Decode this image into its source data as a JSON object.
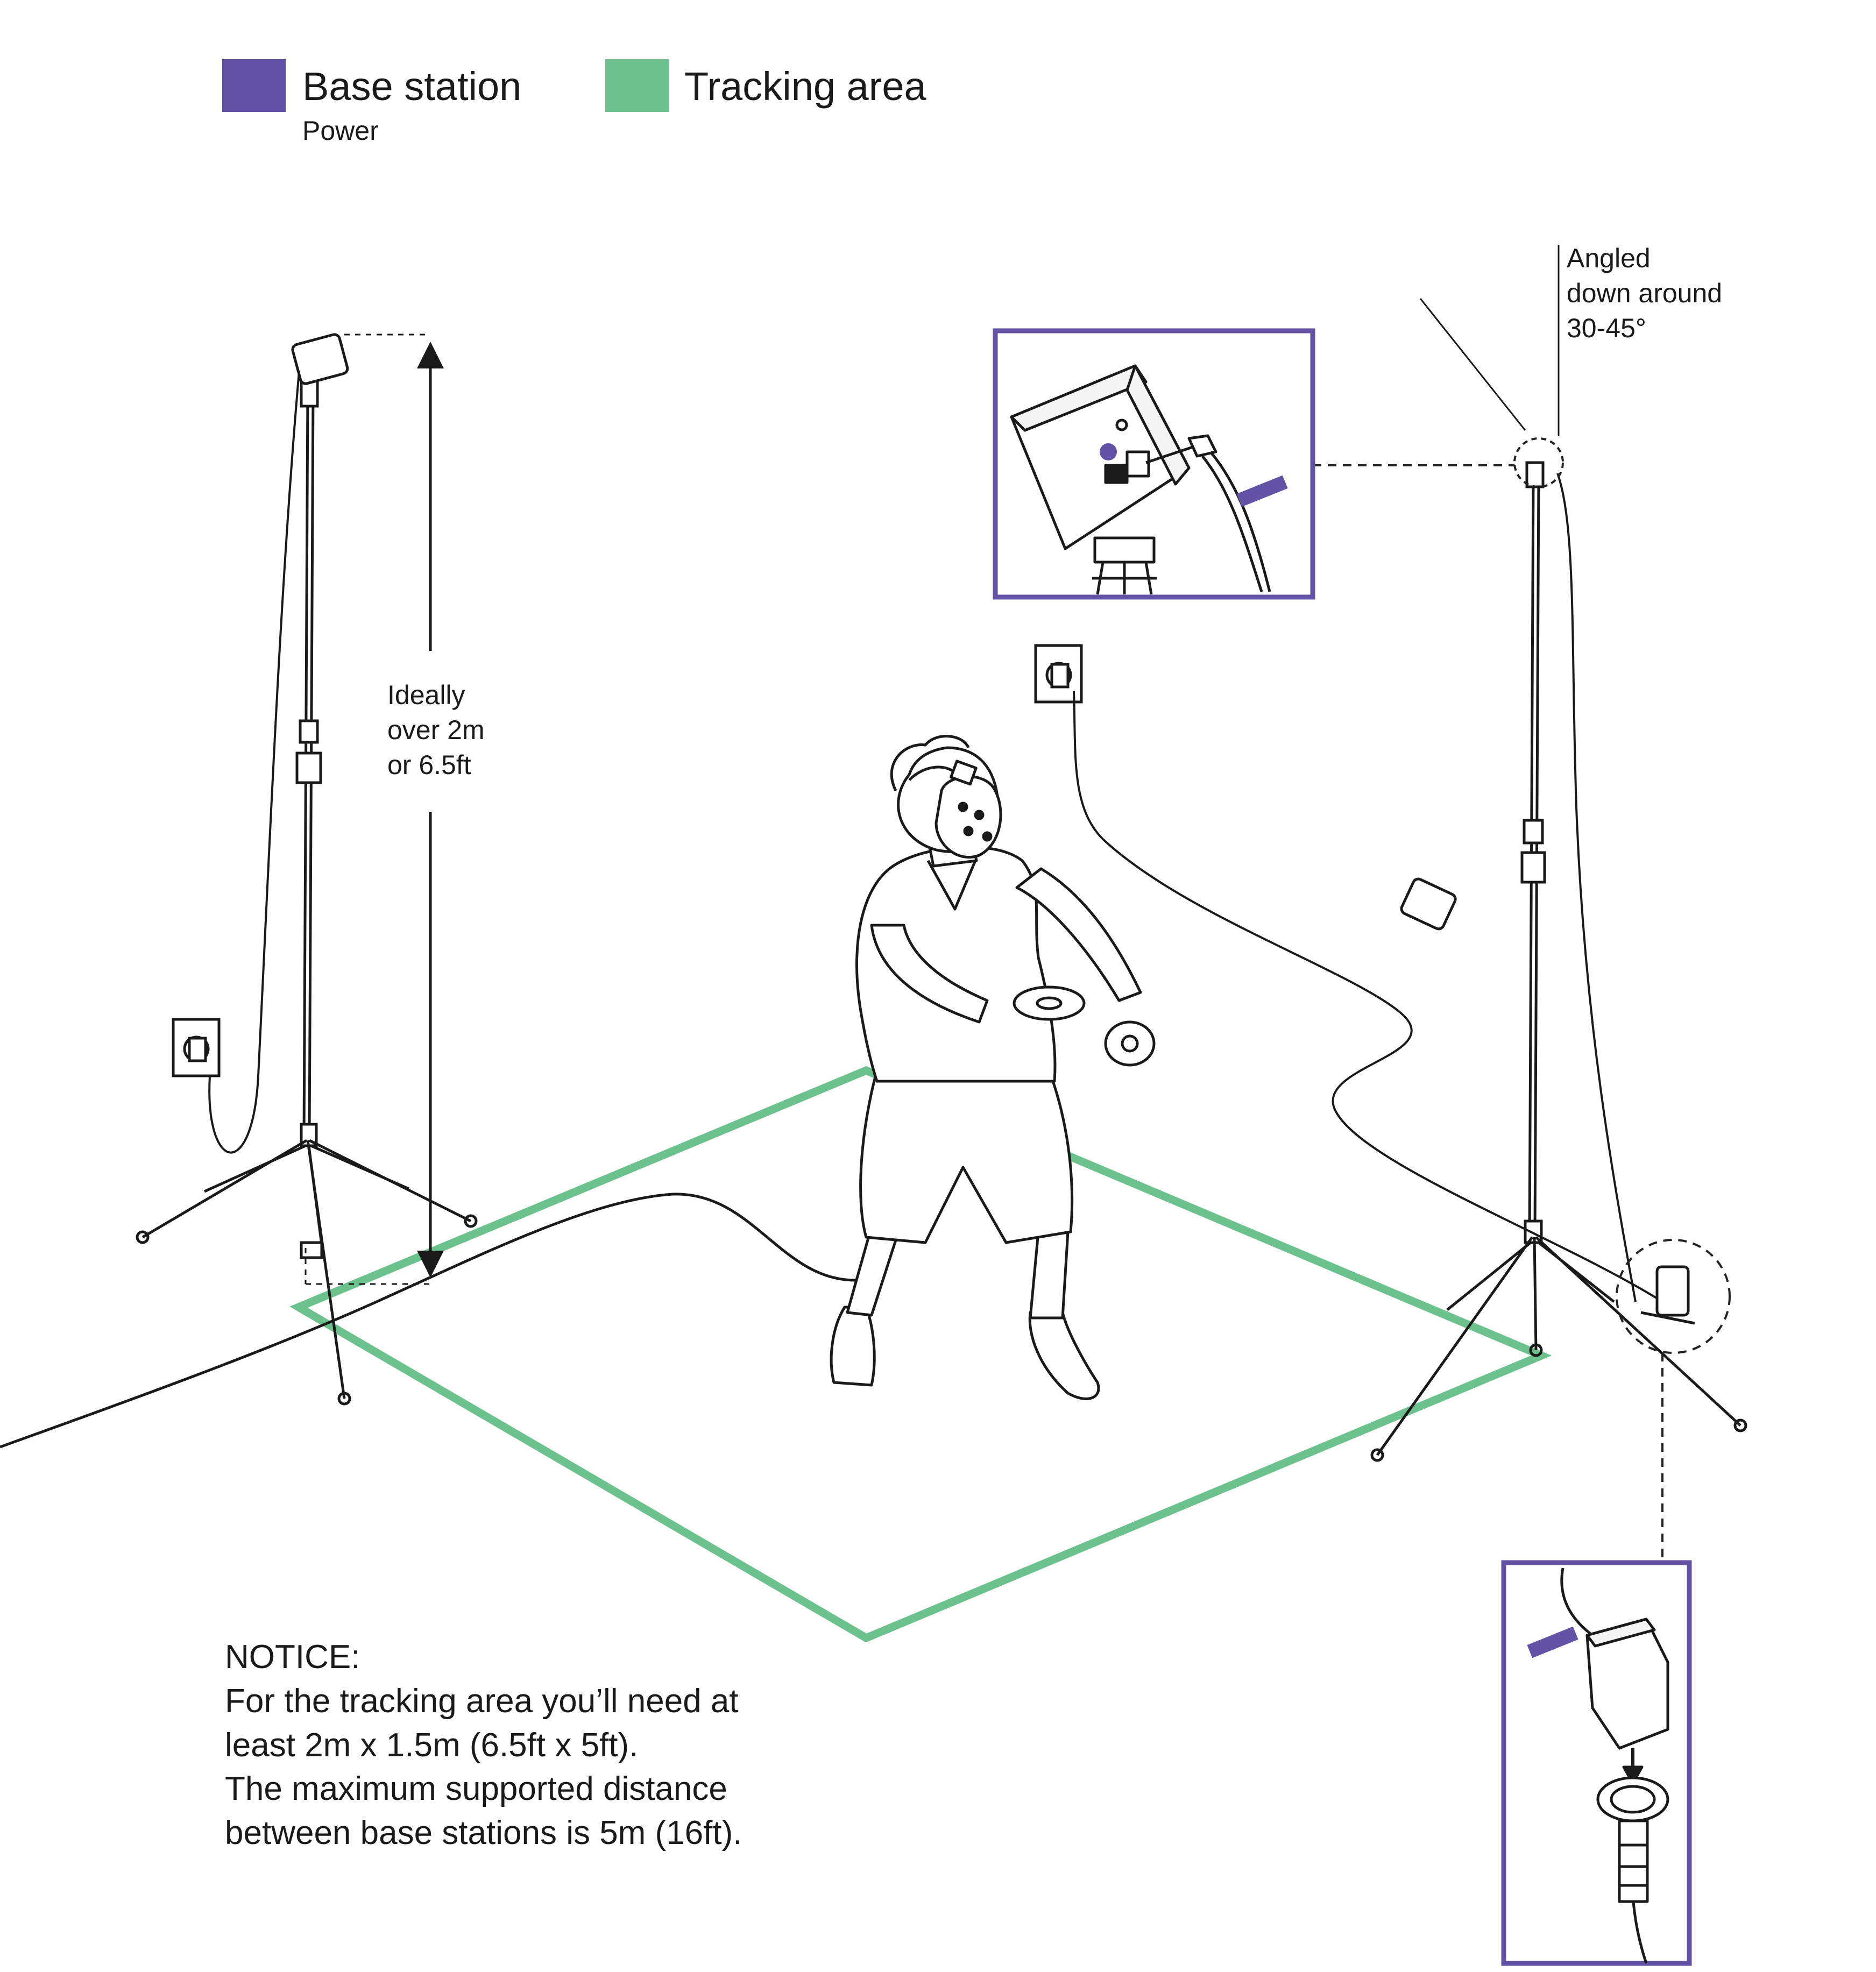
{
  "colors": {
    "base_station": "#6352a6",
    "tracking_area": "#6cc28d",
    "line": "#1a1a1a",
    "dashed": "#222222"
  },
  "legend": {
    "base_station_label": "Base station",
    "base_station_sublabel": "Power",
    "tracking_area_label": "Tracking area"
  },
  "height_note": [
    "Ideally",
    "over 2m",
    "or 6.5ft"
  ],
  "angle_note": [
    "Angled",
    "down around",
    "30-45°"
  ],
  "notice": {
    "heading": "NOTICE:",
    "lines": [
      "For the tracking area you’ll need at",
      "least 2m x 1.5m (6.5ft x 5ft).",
      "The maximum supported distance",
      "between base stations is 5m (16ft)."
    ]
  },
  "icons": {
    "person": "vr-user-icon",
    "stand_left": "tripod-stand-icon",
    "stand_right": "tripod-stand-icon",
    "outlet": "wall-outlet-icon",
    "adapter": "power-adapter-icon"
  }
}
